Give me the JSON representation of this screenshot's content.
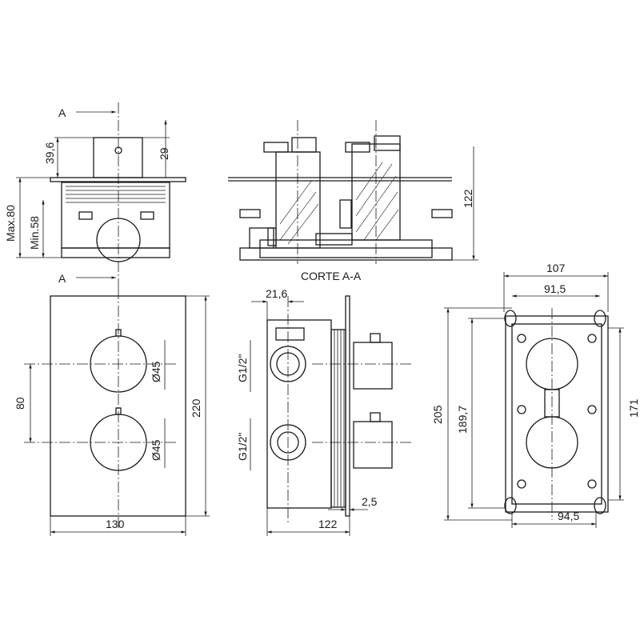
{
  "top_view": {
    "section_mark_top": "A",
    "section_mark_bottom": "A",
    "dim_head_total": "39,6",
    "dim_head": "29",
    "dim_max": "Max.80",
    "dim_min": "Min.58"
  },
  "section_view": {
    "title": "CORTE A-A",
    "dim_height": "122"
  },
  "front_view": {
    "dim_knob_top": "Ø45",
    "dim_knob_bottom": "Ø45",
    "dim_spacing": "80",
    "dim_height": "220",
    "dim_width": "130"
  },
  "side_view": {
    "dim_offset": "21,6",
    "connection_top": "G1/2\"",
    "connection_bottom": "G1/2\"",
    "dim_depth": "122",
    "dim_plate": "2,5"
  },
  "box_view": {
    "dim_width_outer": "107",
    "dim_width_inner": "91,5",
    "dim_height_outer": "205",
    "dim_height_inner": "189,7",
    "dim_height_right": "171",
    "dim_width_bottom": "94,5"
  }
}
